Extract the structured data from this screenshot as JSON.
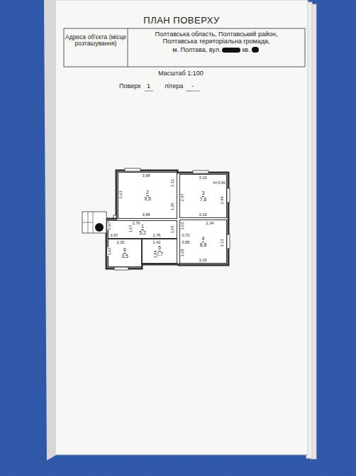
{
  "diagram": {
    "title": "ПЛАН ПОВЕРХУ",
    "nodes": [
      {
        "text": [
          "2",
          "9,5"
        ]
      },
      {
        "text": [
          "3",
          "7,6"
        ]
      },
      {
        "text": [
          "1",
          "5,2"
        ]
      },
      {
        "text": [
          "6",
          "3,5"
        ]
      },
      {
        "text": [
          "5",
          "2,7"
        ]
      },
      {
        "text": [
          "4",
          "8,8"
        ]
      }
    ],
    "labels": [
      "Адреса об'єкта (місце розташування)",
      "Полтавська область, Полтавський район,",
      "Полтавська територіальна громада,",
      "м. Полтава, вул.",
      "кв.",
      "Масштаб 1:100",
      "Поверх",
      "1",
      "літера",
      "-",
      "3,68",
      "2,63",
      "1,11",
      "1,30",
      "3,68",
      "3,19",
      "h=3,00",
      "2,47",
      "2,44",
      "3,19",
      "2,76",
      "2,76",
      "0,97",
      "0,97",
      "1,07",
      "1,05",
      "1,02",
      "0,72",
      "2,34",
      "3,13",
      "2,25",
      "1,42",
      "0,85",
      "1,62",
      "1,69",
      "1,84",
      "3,19"
    ]
  }
}
